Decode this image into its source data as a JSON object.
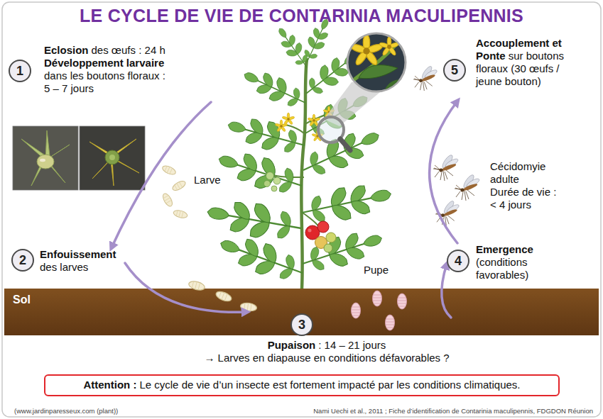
{
  "diagram": {
    "title": "LE CYCLE DE VIE DE CONTARINIA MACULIPENNIS",
    "nodes": [
      {
        "text": [
          "1",
          "Eclosion",
          "des œufs : 24 h",
          "Développement larvaire",
          "dans les boutons floraux : 5 – 7 jours"
        ]
      },
      {
        "text": [
          "2",
          "Enfouissement",
          "des larves"
        ]
      },
      {
        "text": [
          "3",
          "Pupaison",
          ": 14 – 21 jours",
          "→ Larves en diapause en conditions défavorables ?"
        ]
      },
      {
        "text": [
          "4",
          "Emergence",
          "(conditions favorables)"
        ]
      },
      {
        "text": [
          "5",
          "Accouplement et Ponte",
          "sur boutons floraux (30 œufs / jeune bouton)"
        ]
      },
      {
        "text": [
          "Attention :",
          "Le cycle de vie d’un insecte est fortement impacté par les conditions climatiques."
        ]
      }
    ],
    "edges": [
      {
        "from": 0,
        "to": 1,
        "arrow": "to"
      },
      {
        "from": 1,
        "to": 2,
        "arrow": "to"
      },
      {
        "from": 2,
        "to": 3,
        "arrow": "to"
      },
      {
        "from": 3,
        "to": 4,
        "arrow": "to"
      }
    ],
    "labels": [
      "Larve",
      "Pupe",
      "Sol",
      "Cécidomyie adulte",
      "Durée de vie : < 4 jours",
      "(www.jardinparesseux.com (plant))",
      "Nami Uechi et al., 2011 ; Fiche d’identification de Contarinia maculipennis, FDGDON Réunion"
    ]
  }
}
